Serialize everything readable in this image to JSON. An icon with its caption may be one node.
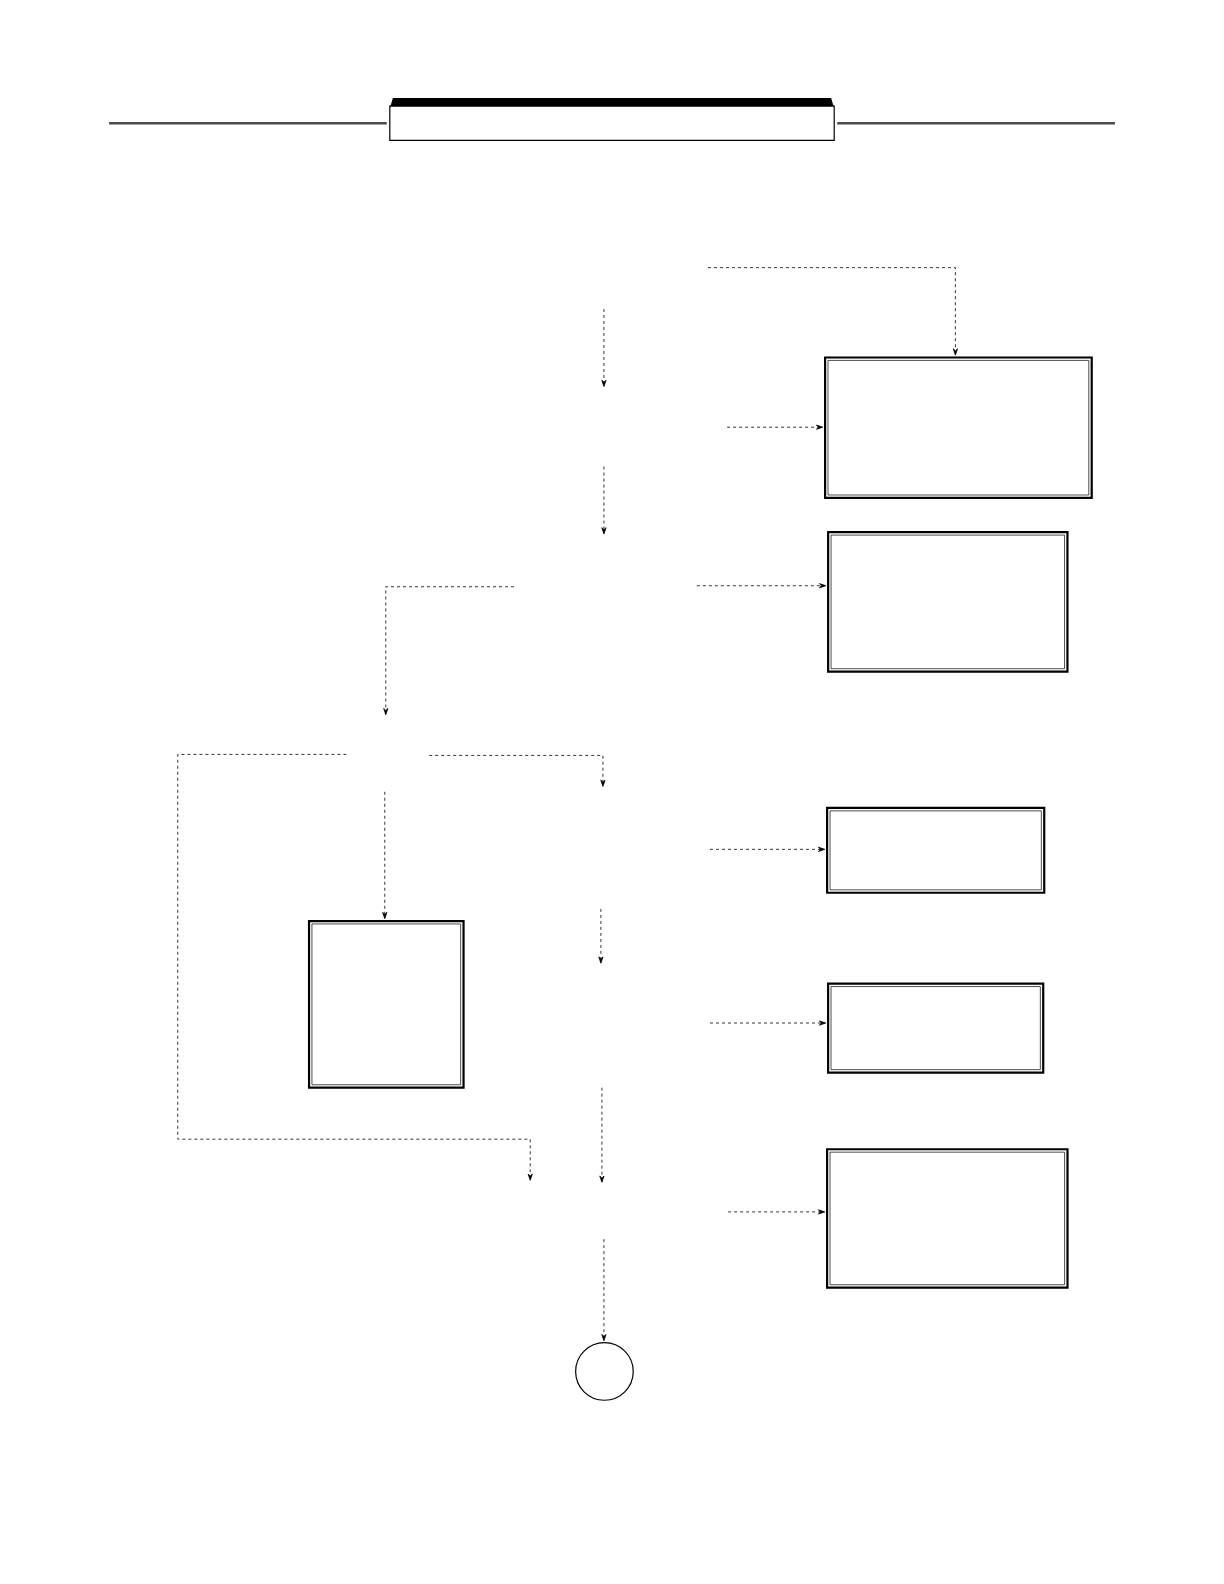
{
  "diagram": {
    "nodes": [
      {
        "text": [],
        "shape": "box"
      },
      {
        "text": [],
        "shape": "box"
      },
      {
        "text": [],
        "shape": "box"
      },
      {
        "text": [],
        "shape": "box"
      },
      {
        "text": [],
        "shape": "box"
      },
      {
        "text": [],
        "shape": "box"
      },
      {
        "text": [],
        "shape": "box"
      },
      {
        "text": [],
        "shape": "circle"
      }
    ],
    "edges": [
      {
        "from": null,
        "to": 1,
        "arrow": "to",
        "style": "dashed"
      },
      {
        "from": null,
        "to": 1,
        "arrow": "to",
        "style": "dashed"
      },
      {
        "from": null,
        "to": 2,
        "arrow": "to",
        "style": "dashed"
      },
      {
        "from": null,
        "to": 3,
        "arrow": "to",
        "style": "dashed"
      },
      {
        "from": null,
        "to": 4,
        "arrow": "to",
        "style": "dashed"
      },
      {
        "from": null,
        "to": 5,
        "arrow": "to",
        "style": "dashed"
      },
      {
        "from": null,
        "to": 6,
        "arrow": "to",
        "style": "dashed"
      },
      {
        "from": null,
        "to": 7,
        "arrow": "to",
        "style": "dashed"
      }
    ]
  }
}
